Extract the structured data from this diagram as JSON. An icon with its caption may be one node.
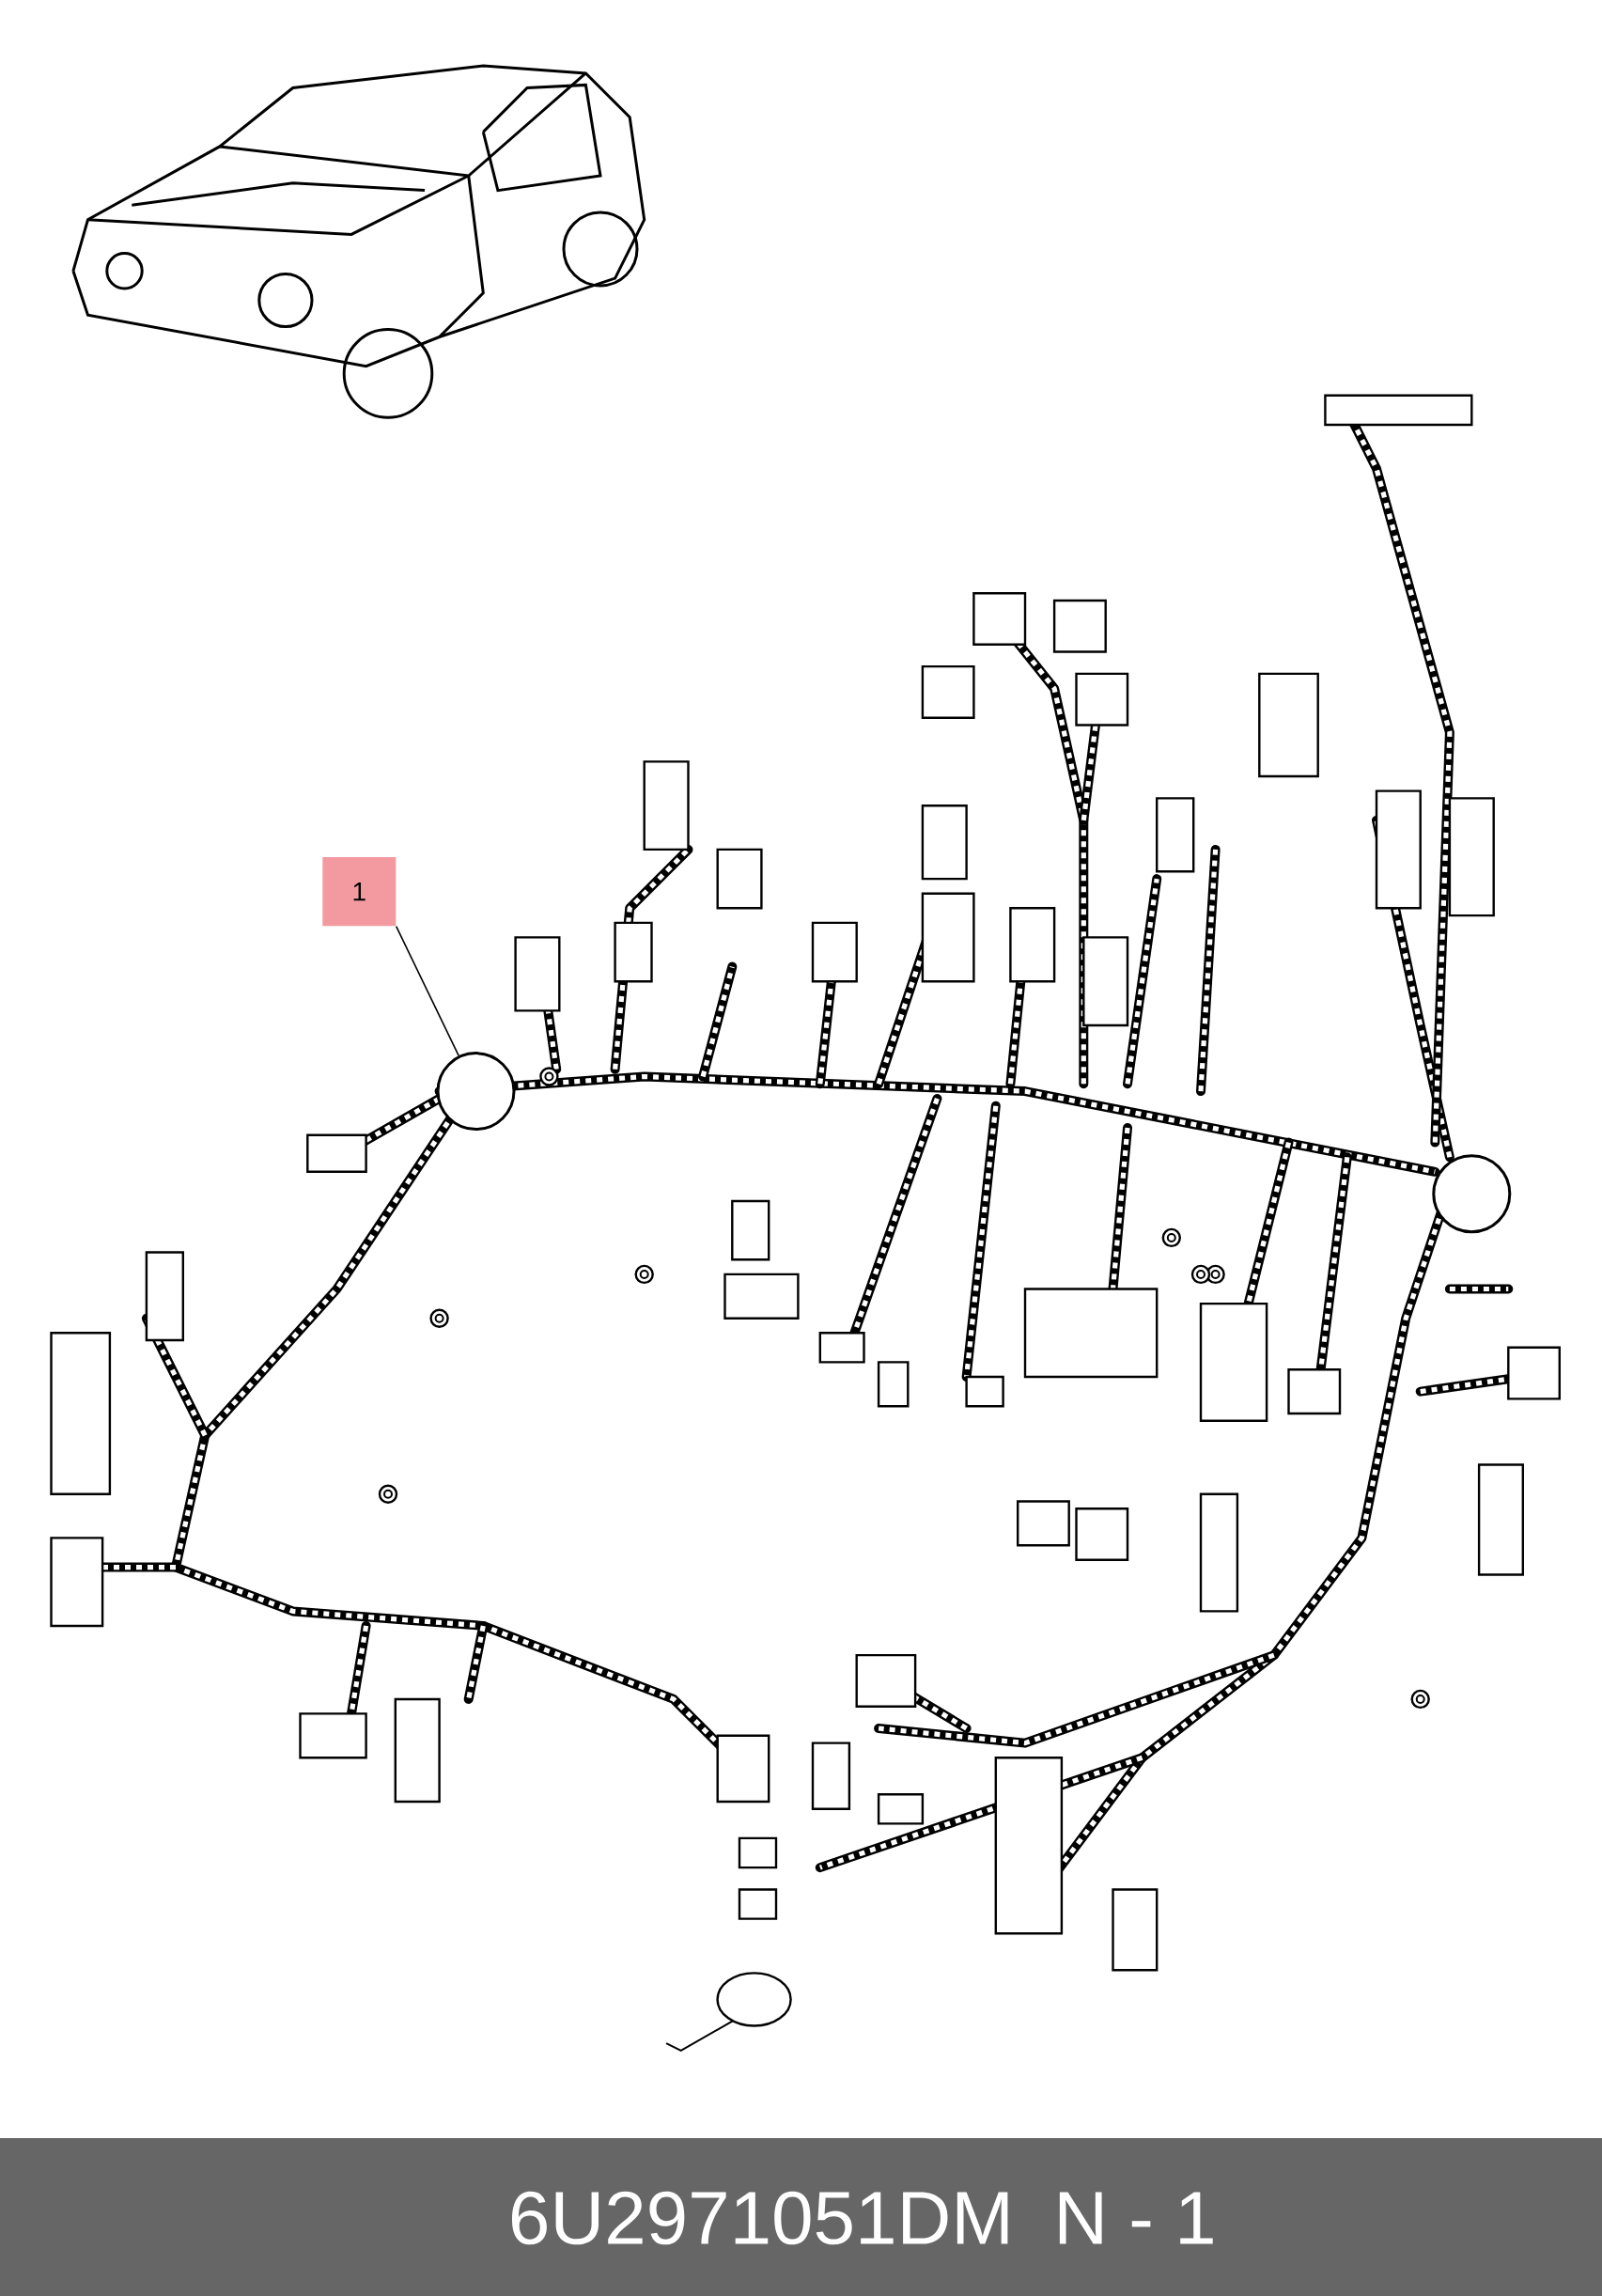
{
  "diagram": {
    "nodes": [
      {
        "text": [
          "1"
        ]
      },
      {
        "text": [],
        "shape": "circle"
      }
    ],
    "edges": [
      {
        "from": 0,
        "to": 1,
        "arrow": "none"
      }
    ],
    "labels": [
      "6U2971051DM",
      "N - 1"
    ]
  }
}
